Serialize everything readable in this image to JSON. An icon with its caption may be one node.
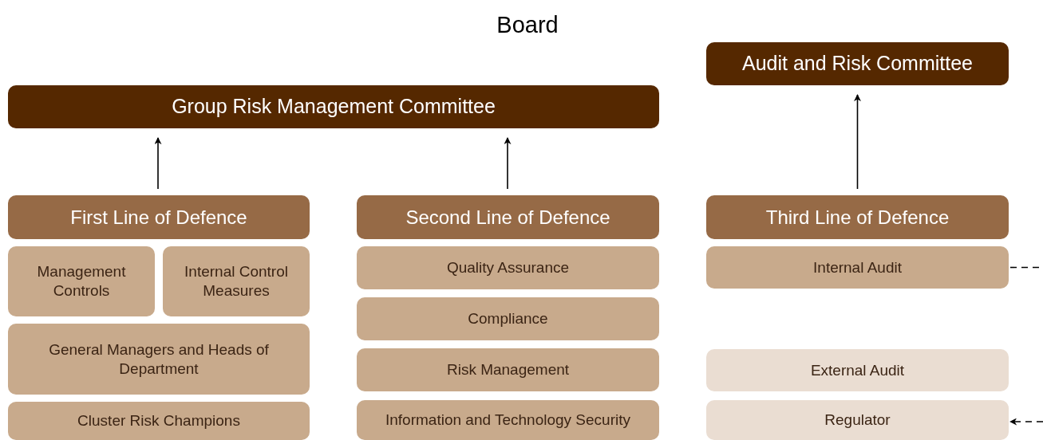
{
  "diagram": {
    "title": "Board",
    "nodes": [
      {
        "text": [
          "Group Risk Management Committee"
        ]
      },
      {
        "text": [
          "Audit and Risk Committee"
        ]
      },
      {
        "text": [
          "First Line of Defence"
        ]
      },
      {
        "text": [
          "Second Line of Defence"
        ]
      },
      {
        "text": [
          "Third Line of Defence"
        ]
      },
      {
        "text": [
          "Management Controls"
        ]
      },
      {
        "text": [
          "Internal Control Measures"
        ]
      },
      {
        "text": [
          "General Managers and Heads of Department"
        ]
      },
      {
        "text": [
          "Cluster Risk Champions"
        ]
      },
      {
        "text": [
          "Quality Assurance"
        ]
      },
      {
        "text": [
          "Compliance"
        ]
      },
      {
        "text": [
          "Risk Management"
        ]
      },
      {
        "text": [
          "Information and Technology Security"
        ]
      },
      {
        "text": [
          "Internal Audit"
        ]
      },
      {
        "text": [
          "External Audit"
        ]
      },
      {
        "text": [
          "Regulator"
        ]
      }
    ],
    "edges": [
      {
        "from": 2,
        "to": 0,
        "arrow": "to"
      },
      {
        "from": 3,
        "to": 0,
        "arrow": "to"
      },
      {
        "from": 4,
        "to": 1,
        "arrow": "to"
      },
      {
        "from": 13,
        "to": null,
        "arrow": "none",
        "style": "dashed"
      },
      {
        "from": null,
        "to": 15,
        "arrow": "to",
        "style": "dashed"
      }
    ]
  }
}
